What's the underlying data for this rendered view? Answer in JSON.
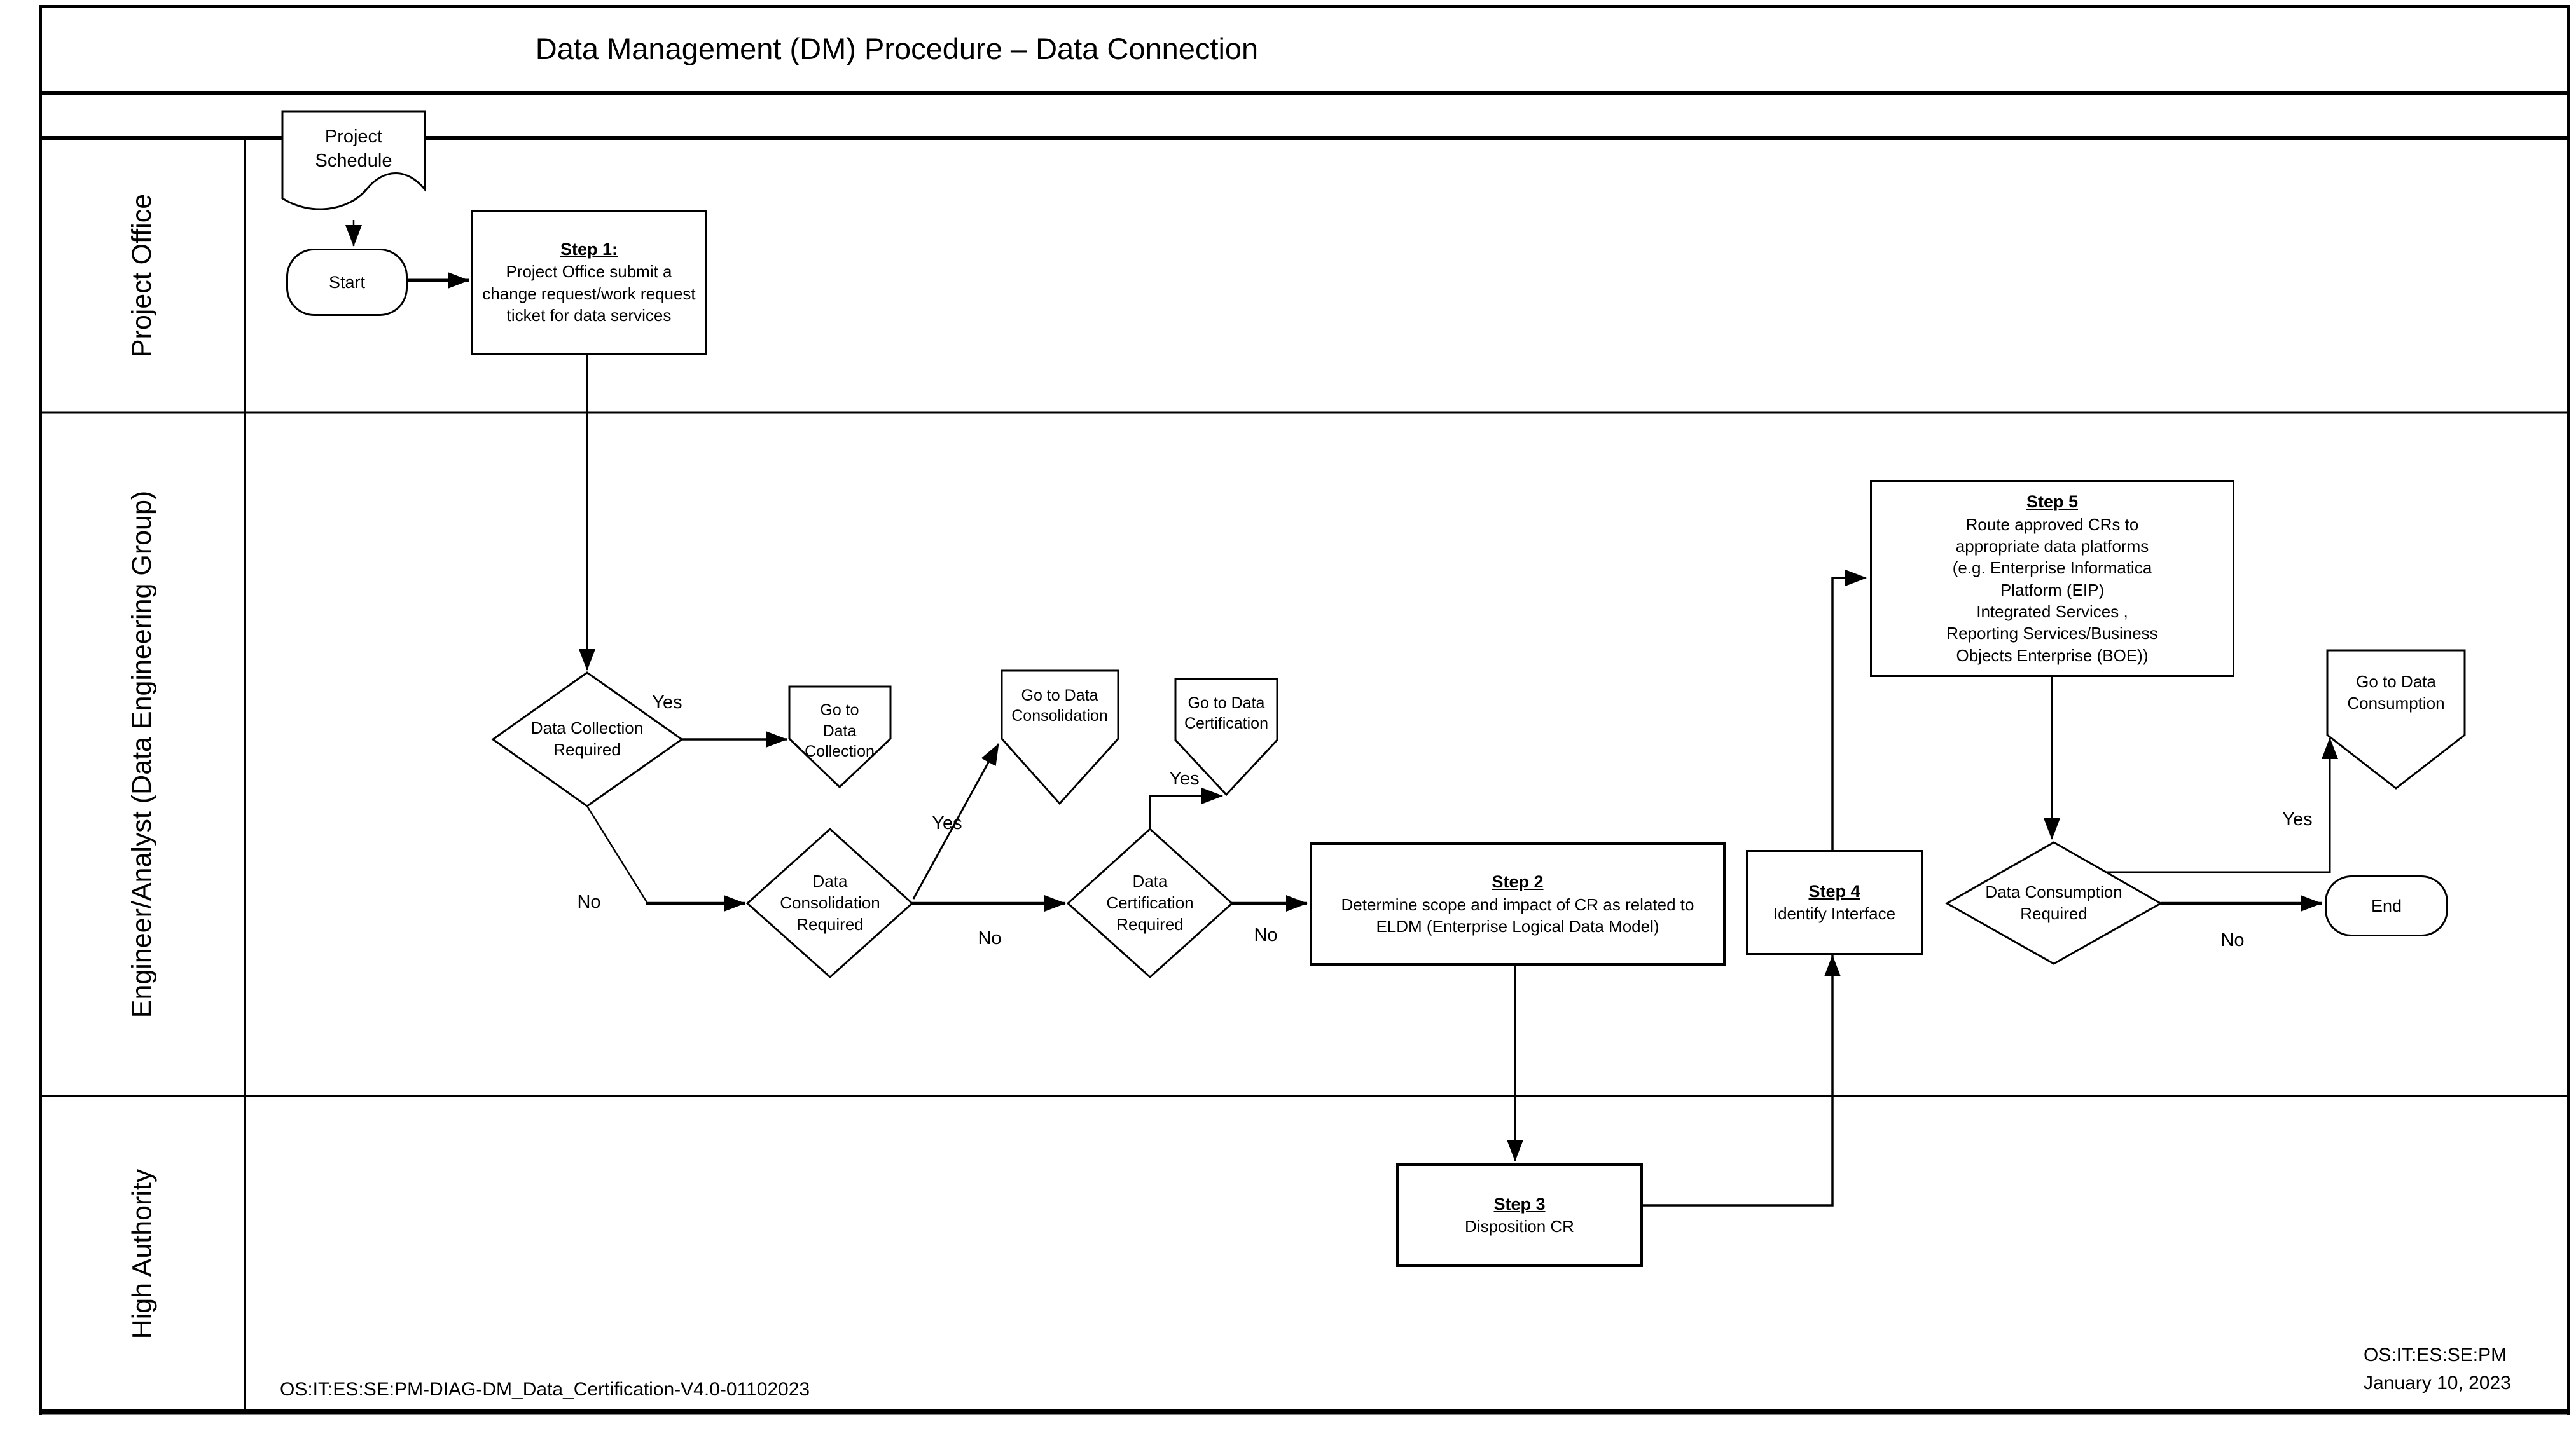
{
  "title": "Data Management (DM) Procedure – Data Connection",
  "lanes": [
    {
      "label": "Project Office"
    },
    {
      "label": "Engineer/Analyst (Data Engineering Group)"
    },
    {
      "label": "High Authority"
    }
  ],
  "nodes": {
    "project_schedule": {
      "label": "Project\nSchedule"
    },
    "start": {
      "label": "Start"
    },
    "step1": {
      "header": "Step 1:",
      "body": "Project Office submit a change request/work request ticket for data services"
    },
    "decision_collection": {
      "label": "Data Collection\nRequired"
    },
    "goto_collection": {
      "label": "Go to\nData\nCollection"
    },
    "decision_consolidation": {
      "label": "Data\nConsolidation\nRequired"
    },
    "goto_consolidation": {
      "label": "Go to Data\nConsolidation"
    },
    "decision_certification": {
      "label": "Data\nCertification\nRequired"
    },
    "goto_certification": {
      "label": "Go to Data\nCertification"
    },
    "step2": {
      "header": "Step 2",
      "body": "Determine scope and impact of CR as related to ELDM (Enterprise Logical Data Model)"
    },
    "step3": {
      "header": "Step 3",
      "body": "Disposition CR"
    },
    "step4": {
      "header": "Step 4",
      "body": "Identify Interface"
    },
    "step5": {
      "header": "Step 5",
      "body": "Route approved CRs to\nappropriate data platforms\n(e.g. Enterprise Informatica\nPlatform (EIP)\nIntegrated Services ,\nReporting Services/Business\nObjects Enterprise (BOE))"
    },
    "decision_consumption": {
      "label": "Data Consumption\nRequired"
    },
    "goto_consumption": {
      "label": "Go to Data\nConsumption"
    },
    "end": {
      "label": "End"
    }
  },
  "edge_labels": {
    "collection_yes": "Yes",
    "collection_no": "No",
    "consolidation_yes": "Yes",
    "consolidation_no": "No",
    "certification_yes": "Yes",
    "certification_no": "No",
    "consumption_yes": "Yes",
    "consumption_no": "No"
  },
  "footer": {
    "document_id": "OS:IT:ES:SE:PM-DIAG-DM_Data_Certification-V4.0-01102023",
    "org_code": "OS:IT:ES:SE:PM",
    "date": "January 10, 2023"
  },
  "colors": {
    "ink": "#000000",
    "background": "#ffffff"
  }
}
